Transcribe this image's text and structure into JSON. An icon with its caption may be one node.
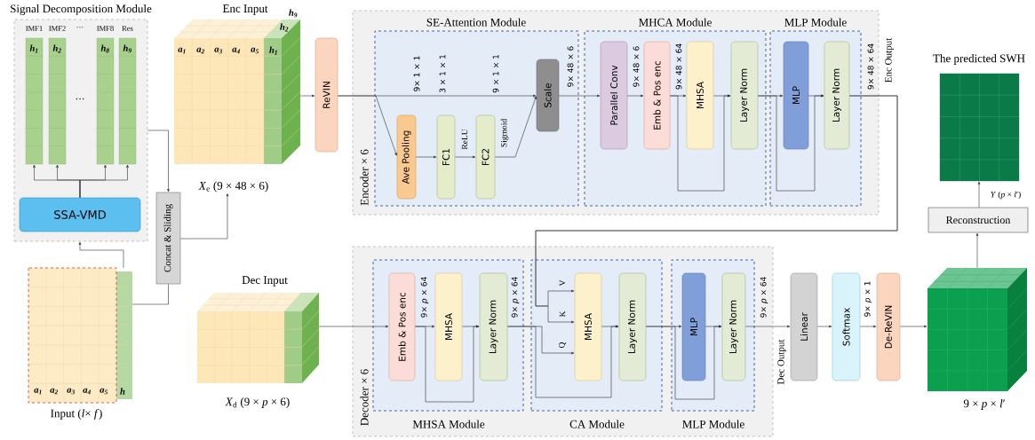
{
  "diagram": {
    "nodes": [
      {
        "text": [
          "Signal Decomposition Module"
        ]
      },
      {
        "text": [
          "IMF1",
          "h$_{1}$"
        ],
        "in": 0
      },
      {
        "text": [
          "IMF2",
          "h$_{2}$"
        ],
        "in": 0
      },
      {
        "text": [
          "IMF8",
          "h$_{8}$"
        ],
        "in": 0
      },
      {
        "text": [
          "Res",
          "h$_{9}$"
        ],
        "in": 0
      },
      {
        "text": [
          "SSA-VMD"
        ],
        "in": 0
      },
      {
        "text": [
          "a$_{1}$",
          "a$_{2}$",
          "a$_{3}$",
          "a$_{4}$",
          "a$_{5}$",
          "h"
        ],
        "beside": [
          "Input (*l*× *f*)"
        ]
      },
      {
        "text": [
          "Concat & Sliding"
        ]
      },
      {
        "text": [
          "Enc Input",
          "a$_{1}$",
          "a$_{2}$",
          "a$_{3}$",
          "a$_{4}$",
          "a$_{5}$",
          "h$_{1}$",
          "h$_{2}$",
          "h$_{9}$"
        ]
      },
      {
        "text": [
          "*X*$_{e}$ (9 × 48 × 6)"
        ]
      },
      {
        "text": [
          "ReVIN"
        ]
      },
      {
        "text": [
          "Encoder × 6"
        ]
      },
      {
        "text": [
          "SE-Attention Module"
        ],
        "in": 11
      },
      {
        "text": [
          "Ave Pooling"
        ],
        "in": 12
      },
      {
        "text": [
          "FC1"
        ],
        "in": 12
      },
      {
        "text": [
          "FC2"
        ],
        "in": 12
      },
      {
        "text": [
          "Scale"
        ],
        "in": 12
      },
      {
        "text": [
          "MHCA Module"
        ],
        "in": 11
      },
      {
        "text": [
          "Parallel Conv"
        ],
        "in": 17
      },
      {
        "text": [
          "Emb & Pos enc"
        ],
        "in": 17
      },
      {
        "text": [
          "MHSA"
        ],
        "in": 17
      },
      {
        "text": [
          "Layer Norm"
        ],
        "in": 17
      },
      {
        "text": [
          "MLP Module"
        ],
        "in": 11
      },
      {
        "text": [
          "MLP"
        ],
        "in": 22
      },
      {
        "text": [
          "Layer Norm"
        ],
        "in": 22
      },
      {
        "text": [
          "The predicted SWH"
        ]
      },
      {
        "text": [
          "Reconstruction"
        ]
      },
      {
        "text": [
          "Dec Input"
        ],
        "beside": [
          "*X*$_{d}$ (9 × *p* × 6)"
        ]
      },
      {
        "text": [
          "Decoder × 6"
        ]
      },
      {
        "text": [
          "MHSA Module"
        ],
        "in": 28
      },
      {
        "text": [
          "Emb & Pos enc"
        ],
        "in": 29
      },
      {
        "text": [
          "MHSA"
        ],
        "in": 29
      },
      {
        "text": [
          "Layer Norm"
        ],
        "in": 29
      },
      {
        "text": [
          "CA Module"
        ],
        "in": 28
      },
      {
        "text": [
          "MHSA"
        ],
        "in": 33
      },
      {
        "text": [
          "Layer Norm"
        ],
        "in": 33
      },
      {
        "text": [
          "MLP Module"
        ],
        "in": 28
      },
      {
        "text": [
          "MLP"
        ],
        "in": 36
      },
      {
        "text": [
          "Layer Norm"
        ],
        "in": 36
      },
      {
        "text": [
          "Linear"
        ]
      },
      {
        "text": [
          "Softmax"
        ]
      },
      {
        "text": [
          "De-ReVIN"
        ]
      },
      {
        "text": [],
        "shape": "cube",
        "beside": [
          "9 × *p* × *l*′"
        ]
      }
    ],
    "edges": [
      {
        "from": 5,
        "to": 1,
        "arrow": "to"
      },
      {
        "from": 5,
        "to": 2,
        "arrow": "to"
      },
      {
        "from": 5,
        "to": 3,
        "arrow": "to"
      },
      {
        "from": 5,
        "to": 4,
        "arrow": "to"
      },
      {
        "from": 6,
        "to": 0,
        "arrow": "to"
      },
      {
        "from": 0,
        "to": 7,
        "arrow": "to"
      },
      {
        "from": 6,
        "to": 7,
        "arrow": "none"
      },
      {
        "from": 7,
        "to": 9,
        "arrow": "to"
      },
      {
        "from": 8,
        "to": 10,
        "arrow": "to"
      },
      {
        "from": 10,
        "to": 16,
        "arrow": "to"
      },
      {
        "from": 10,
        "to": 13,
        "arrow": "to"
      },
      {
        "from": 13,
        "to": 14,
        "arrow": "to"
      },
      {
        "from": 14,
        "to": 15,
        "arrow": "to",
        "label": "ReLU"
      },
      {
        "from": 15,
        "to": 16,
        "arrow": "to",
        "label": "Sigmoid"
      },
      {
        "from": 16,
        "to": 18,
        "arrow": "to"
      },
      {
        "from": 18,
        "to": 19,
        "arrow": "to"
      },
      {
        "from": 19,
        "to": 20,
        "arrow": "to"
      },
      {
        "from": 20,
        "to": 21,
        "arrow": "to"
      },
      {
        "from": 19,
        "to": 21,
        "arrow": "to"
      },
      {
        "from": 21,
        "to": 23,
        "arrow": "to"
      },
      {
        "from": 23,
        "to": 24,
        "arrow": "to"
      },
      {
        "from": 21,
        "to": 24,
        "arrow": "to"
      },
      {
        "from": 24,
        "to": 34,
        "arrow": "to",
        "label": "V"
      },
      {
        "from": 24,
        "to": 34,
        "arrow": "to",
        "label": "K"
      },
      {
        "from": 27,
        "to": 30,
        "arrow": "to"
      },
      {
        "from": 30,
        "to": 31,
        "arrow": "to"
      },
      {
        "from": 31,
        "to": 32,
        "arrow": "to"
      },
      {
        "from": 30,
        "to": 32,
        "arrow": "to"
      },
      {
        "from": 32,
        "to": 34,
        "arrow": "to",
        "label": "Q"
      },
      {
        "from": 32,
        "to": 35,
        "arrow": "to"
      },
      {
        "from": 34,
        "to": 35,
        "arrow": "to"
      },
      {
        "from": 35,
        "to": 37,
        "arrow": "to"
      },
      {
        "from": 37,
        "to": 38,
        "arrow": "to"
      },
      {
        "from": 35,
        "to": 38,
        "arrow": "to"
      },
      {
        "from": 38,
        "to": 39,
        "arrow": "to"
      },
      {
        "from": 39,
        "to": 40,
        "arrow": "to"
      },
      {
        "from": 40,
        "to": 41,
        "arrow": "to"
      },
      {
        "from": 41,
        "to": 42,
        "arrow": "to"
      },
      {
        "from": 42,
        "to": 26,
        "arrow": "to"
      },
      {
        "from": 26,
        "to": 25,
        "arrow": "to",
        "label": "*Y* (*p* × *l*′)"
      }
    ],
    "labels": [
      "···",
      "···",
      "9× 1 × 1",
      "3 × 1 × 1",
      "9 × 1 × 1",
      "9× 48 × 6",
      "9× 48 × 6",
      "9× 48 × 64",
      "9× 48 × 64",
      "Enc Output",
      "9× *p* × 64",
      "9× *p* × 64",
      "9× *p* × 64",
      "Dec Output",
      "9× *p* × 1"
    ]
  }
}
